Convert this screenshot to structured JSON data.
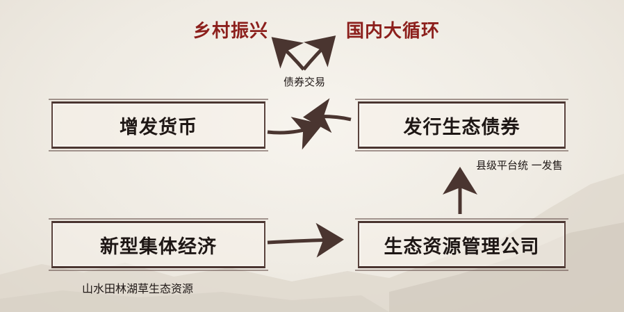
{
  "top_labels": {
    "left": "乡村振兴",
    "right": "国内大循环"
  },
  "bond_trade_label": "债券交易",
  "boxes": {
    "increase_money": "增发货币",
    "issue_bonds": "发行生态债券",
    "new_collective": "新型集体经济",
    "eco_company": "生态资源管理公司"
  },
  "county_platform_label": "县级平台统 一发售",
  "resources_label": "山水田林湖草生态资源",
  "colors": {
    "accent_red": "#8c1f1c",
    "arrow": "#4a3530",
    "ink": "#1e1715"
  }
}
